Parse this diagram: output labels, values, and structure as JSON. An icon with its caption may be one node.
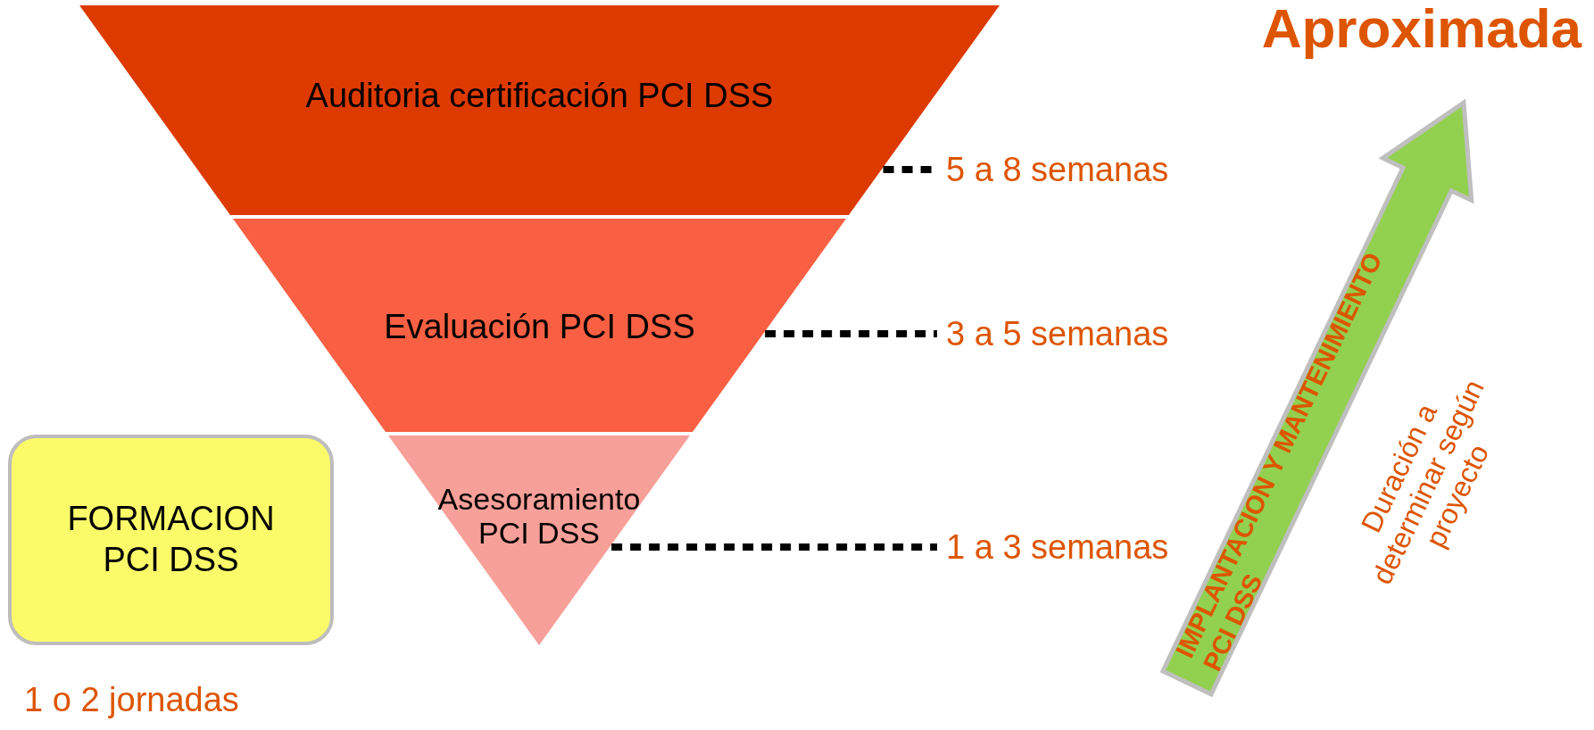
{
  "diagram": {
    "title": "Aproximada",
    "nodes": [
      {
        "text": [
          "Auditoria certificación PCI DSS"
        ]
      },
      {
        "text": [
          "Evaluación PCI DSS"
        ]
      },
      {
        "text": [
          "Asesoramiento PCI DSS"
        ]
      },
      {
        "text": [
          "FORMACION PCI DSS"
        ],
        "beside": [
          "1 o 2 jornadas"
        ]
      },
      {
        "text": [
          "IMPLANTACION  Y MANTENIMIENTO PCI DSS"
        ],
        "beside": [
          "Duración a determinar según proyecto"
        ]
      },
      {
        "text": [
          "5 a 8 semanas"
        ]
      },
      {
        "text": [
          "3 a 5 semanas"
        ]
      },
      {
        "text": [
          "1 a 3 semanas"
        ]
      }
    ],
    "edges": [
      {
        "from": 0,
        "to": 5,
        "arrow": "none",
        "style": "dashed"
      },
      {
        "from": 1,
        "to": 6,
        "arrow": "none",
        "style": "dashed"
      },
      {
        "from": 2,
        "to": 7,
        "arrow": "none",
        "style": "dashed"
      }
    ]
  }
}
